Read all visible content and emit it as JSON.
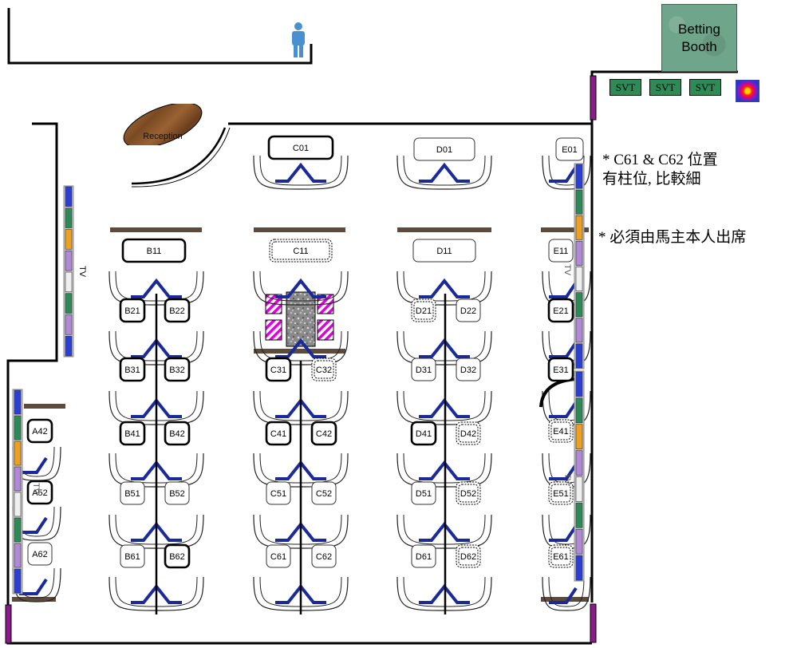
{
  "booth": {
    "line1": "Betting",
    "line2": "Booth"
  },
  "svt_labels": [
    "SVT",
    "SVT",
    "SVT"
  ],
  "reception_label": "Reception",
  "tv_label": "TV",
  "notes": {
    "line1": "* C61 & C62 位置",
    "line2": "有柱位, 比較細",
    "line3": "* 必須由馬主本人出席"
  },
  "seat_styles": {
    "bold": "thick solid border",
    "normal": "thin solid border",
    "dashed": "dashed border"
  },
  "seats": [
    {
      "id": "C01",
      "style": "bold"
    },
    {
      "id": "D01",
      "style": "normal"
    },
    {
      "id": "E01",
      "style": "normal"
    },
    {
      "id": "B11",
      "style": "bold"
    },
    {
      "id": "C11",
      "style": "dashed"
    },
    {
      "id": "D11",
      "style": "normal"
    },
    {
      "id": "E11",
      "style": "normal"
    },
    {
      "id": "B21",
      "style": "bold"
    },
    {
      "id": "B22",
      "style": "bold"
    },
    {
      "id": "D21",
      "style": "dashed"
    },
    {
      "id": "D22",
      "style": "normal"
    },
    {
      "id": "E21",
      "style": "bold"
    },
    {
      "id": "B31",
      "style": "bold"
    },
    {
      "id": "B32",
      "style": "bold"
    },
    {
      "id": "C31",
      "style": "bold"
    },
    {
      "id": "C32",
      "style": "dashed"
    },
    {
      "id": "D31",
      "style": "normal"
    },
    {
      "id": "D32",
      "style": "normal"
    },
    {
      "id": "E31",
      "style": "bold"
    },
    {
      "id": "A42",
      "style": "bold"
    },
    {
      "id": "B41",
      "style": "bold"
    },
    {
      "id": "B42",
      "style": "bold"
    },
    {
      "id": "C41",
      "style": "bold"
    },
    {
      "id": "C42",
      "style": "bold"
    },
    {
      "id": "D41",
      "style": "bold"
    },
    {
      "id": "D42",
      "style": "dashed"
    },
    {
      "id": "E41",
      "style": "dashed"
    },
    {
      "id": "A52",
      "style": "bold"
    },
    {
      "id": "B51",
      "style": "normal"
    },
    {
      "id": "B52",
      "style": "normal"
    },
    {
      "id": "C51",
      "style": "normal"
    },
    {
      "id": "C52",
      "style": "normal"
    },
    {
      "id": "D51",
      "style": "normal"
    },
    {
      "id": "D52",
      "style": "dashed"
    },
    {
      "id": "E51",
      "style": "dashed"
    },
    {
      "id": "A62",
      "style": "normal"
    },
    {
      "id": "B61",
      "style": "normal"
    },
    {
      "id": "B62",
      "style": "bold"
    },
    {
      "id": "C61",
      "style": "normal"
    },
    {
      "id": "C62",
      "style": "normal"
    },
    {
      "id": "D61",
      "style": "normal"
    },
    {
      "id": "D62",
      "style": "dashed"
    },
    {
      "id": "E61",
      "style": "dashed"
    }
  ],
  "colors": {
    "wall": "#000000",
    "chair_base": "#1a2a9a",
    "table_wood": "#5c4a3c",
    "svt_green": "#2e8b57",
    "pillar_purple": "#8b1a8b",
    "tv_strip": [
      "#2b3fd6",
      "#2e8b57",
      "#f0a020",
      "#b08ad8",
      "#f0f0f0",
      "#2e8b57",
      "#b08ad8",
      "#2b3fd6"
    ]
  }
}
